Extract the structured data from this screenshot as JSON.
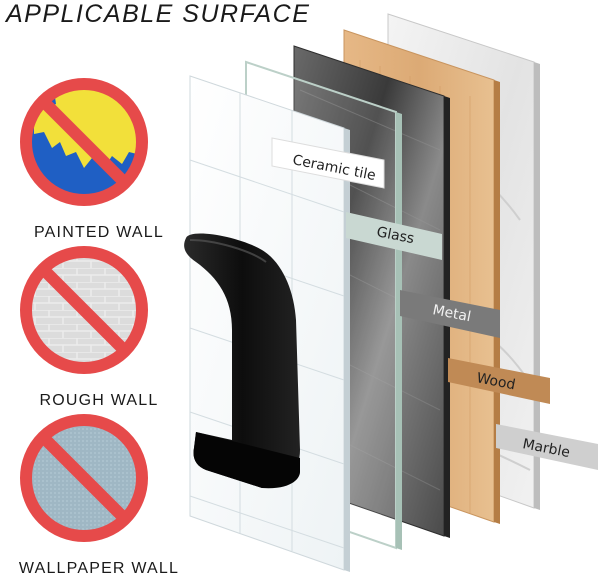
{
  "title": "APPLICABLE SURFACE",
  "not_applicable": [
    {
      "label": "PAINTED WALL"
    },
    {
      "label": "ROUGH WALL"
    },
    {
      "label": "WALLPAPER WALL"
    }
  ],
  "surfaces": [
    {
      "label": "Ceramic tile"
    },
    {
      "label": "Glass"
    },
    {
      "label": "Metal"
    },
    {
      "label": "Wood"
    },
    {
      "label": "Marble"
    }
  ],
  "colors": {
    "prohibit_red": "#e64a4a",
    "painted_blue": "#1f5fc4",
    "painted_yellow": "#f2e03a",
    "rough_gray": "#d9d9d9",
    "wallpaper_blue": "#9fb7c4",
    "glass_tag": "#c9d8d2",
    "metal_tag": "#7a7a7a",
    "wood_tag": "#c08a55",
    "marble_tag": "#cfcfcf",
    "hook_black": "#111111"
  }
}
